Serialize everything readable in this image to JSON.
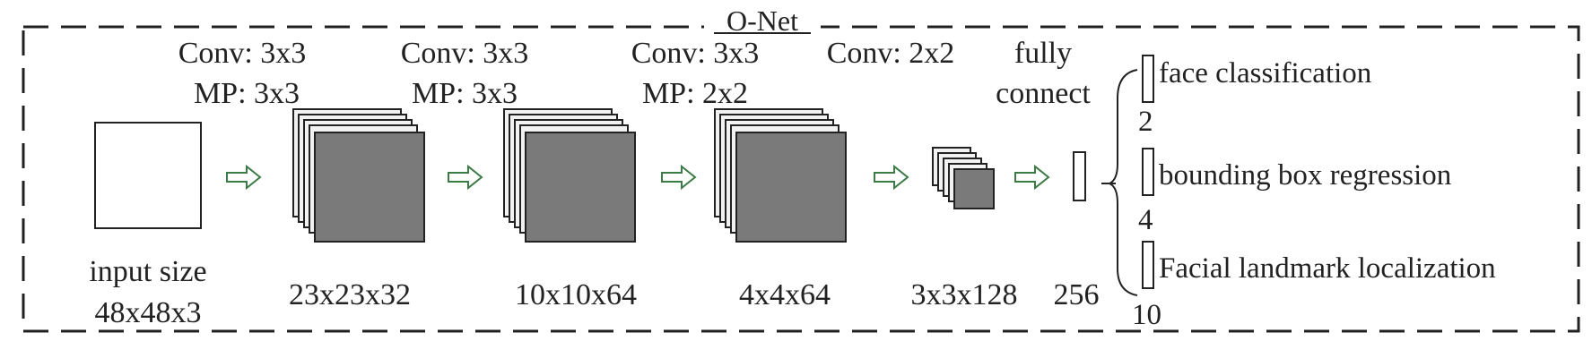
{
  "title": "O-Net",
  "input": {
    "line1": "input size",
    "line2": "48x48x3"
  },
  "layers": [
    {
      "op1": "Conv: 3x3",
      "op2": "MP: 3x3",
      "size": "23x23x32"
    },
    {
      "op1": "Conv: 3x3",
      "op2": "MP: 3x3",
      "size": "10x10x64"
    },
    {
      "op1": "Conv: 3x3",
      "op2": "MP: 2x2",
      "size": "4x4x64"
    },
    {
      "op1": "Conv: 2x2",
      "size": "3x3x128"
    }
  ],
  "fc": {
    "line1": "fully",
    "line2": "connect",
    "size": "256"
  },
  "outputs": [
    {
      "label": "face classification",
      "dim": "2"
    },
    {
      "label": "bounding box regression",
      "dim": "4"
    },
    {
      "label": "Facial landmark localization",
      "dim": "10"
    }
  ],
  "colors": {
    "line": "#222222",
    "map_fill": "#7a7a7a",
    "map_back": "#f2f2f2",
    "arrow": "#3c7a46"
  }
}
